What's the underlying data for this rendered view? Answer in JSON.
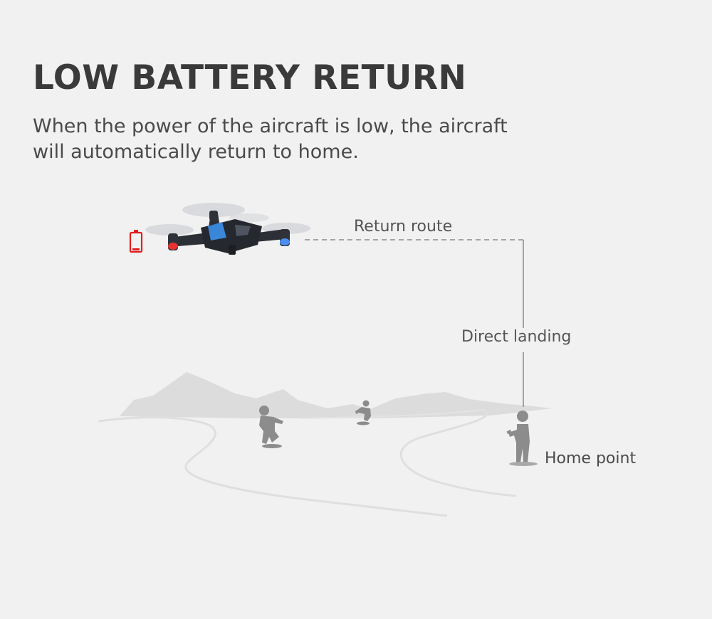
{
  "heading": {
    "title": "LOW BATTERY RETURN",
    "description_line1": "When the power of the aircraft is low, the aircraft",
    "description_line2": "will automatically return to home."
  },
  "diagram": {
    "return_route_label": "Return route",
    "direct_landing_label": "Direct landing",
    "home_point_label": "Home point"
  },
  "colors": {
    "background": "#f1f1f1",
    "battery_warning": "#e02020",
    "route_line": "#8a8a8a",
    "figure": "#8c8c8c",
    "mountain": "#dcdcdc"
  }
}
